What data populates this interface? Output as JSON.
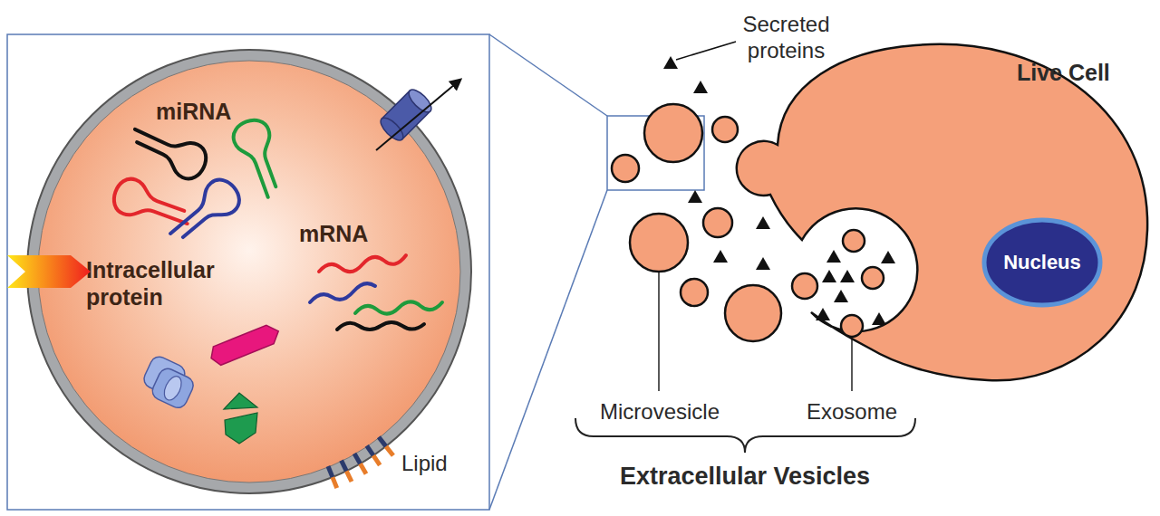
{
  "diagram": {
    "nodes": [
      {
        "text": [
          "miRNA",
          "mRNA",
          "Intracellular protein"
        ]
      },
      {
        "text": [
          "Live Cell"
        ]
      },
      {
        "text": [
          "Nucleus"
        ],
        "in": 1
      }
    ],
    "labels": [
      "Secreted proteins",
      "Lipid",
      "Microvesicle",
      "Exosome",
      "Extracellular Vesicles"
    ]
  }
}
